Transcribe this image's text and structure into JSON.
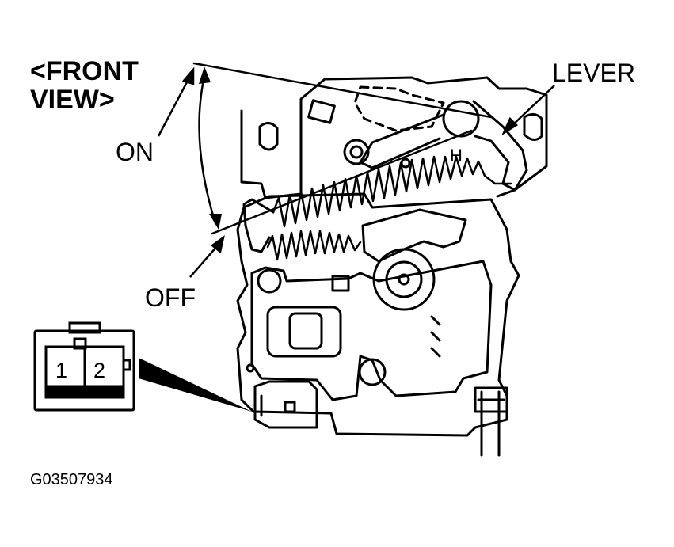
{
  "figure": {
    "view_title_line1": "<FRONT",
    "view_title_line2": "VIEW>",
    "reference_code": "G03507934"
  },
  "callouts": {
    "on": "ON",
    "off": "OFF",
    "lever": "LEVER",
    "lock_marking": "H"
  },
  "connector": {
    "pins": [
      "1",
      "2"
    ]
  }
}
